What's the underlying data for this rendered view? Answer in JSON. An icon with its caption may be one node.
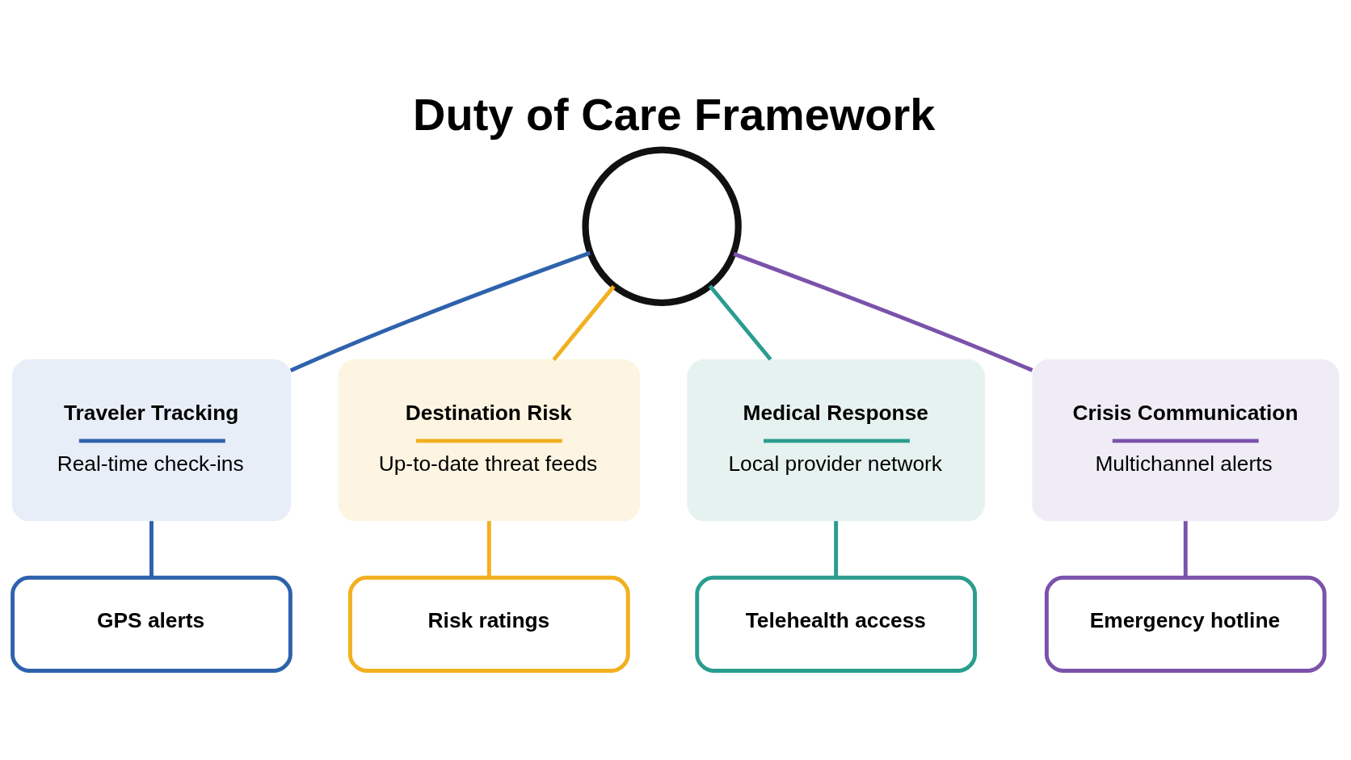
{
  "diagram": {
    "title": "Duty of Care Framework",
    "nodes": [
      {
        "text": [],
        "shape": "circle"
      },
      {
        "text": [
          "Traveler Tracking",
          "Real-time check-ins"
        ]
      },
      {
        "text": [
          "Destination Risk",
          "Up-to-date threat feeds"
        ]
      },
      {
        "text": [
          "Medical Response",
          "Local provider network"
        ]
      },
      {
        "text": [
          "Crisis Communication",
          "Multichannel alerts"
        ]
      },
      {
        "text": [
          "GPS alerts"
        ]
      },
      {
        "text": [
          "Risk ratings"
        ]
      },
      {
        "text": [
          "Telehealth access"
        ]
      },
      {
        "text": [
          "Emergency hotline"
        ]
      }
    ],
    "edges": [
      {
        "from": 0,
        "to": 1,
        "arrow": "none",
        "color": "#2f62ad"
      },
      {
        "from": 0,
        "to": 2,
        "arrow": "none",
        "color": "#f2b01e"
      },
      {
        "from": 0,
        "to": 3,
        "arrow": "none",
        "color": "#2a9d8f"
      },
      {
        "from": 0,
        "to": 4,
        "arrow": "none",
        "color": "#7b52ab"
      },
      {
        "from": 1,
        "to": 5,
        "arrow": "none",
        "color": "#2f62ad"
      },
      {
        "from": 2,
        "to": 6,
        "arrow": "none",
        "color": "#f2b01e"
      },
      {
        "from": 3,
        "to": 7,
        "arrow": "none",
        "color": "#2a9d8f"
      },
      {
        "from": 4,
        "to": 8,
        "arrow": "none",
        "color": "#7b52ab"
      }
    ]
  }
}
